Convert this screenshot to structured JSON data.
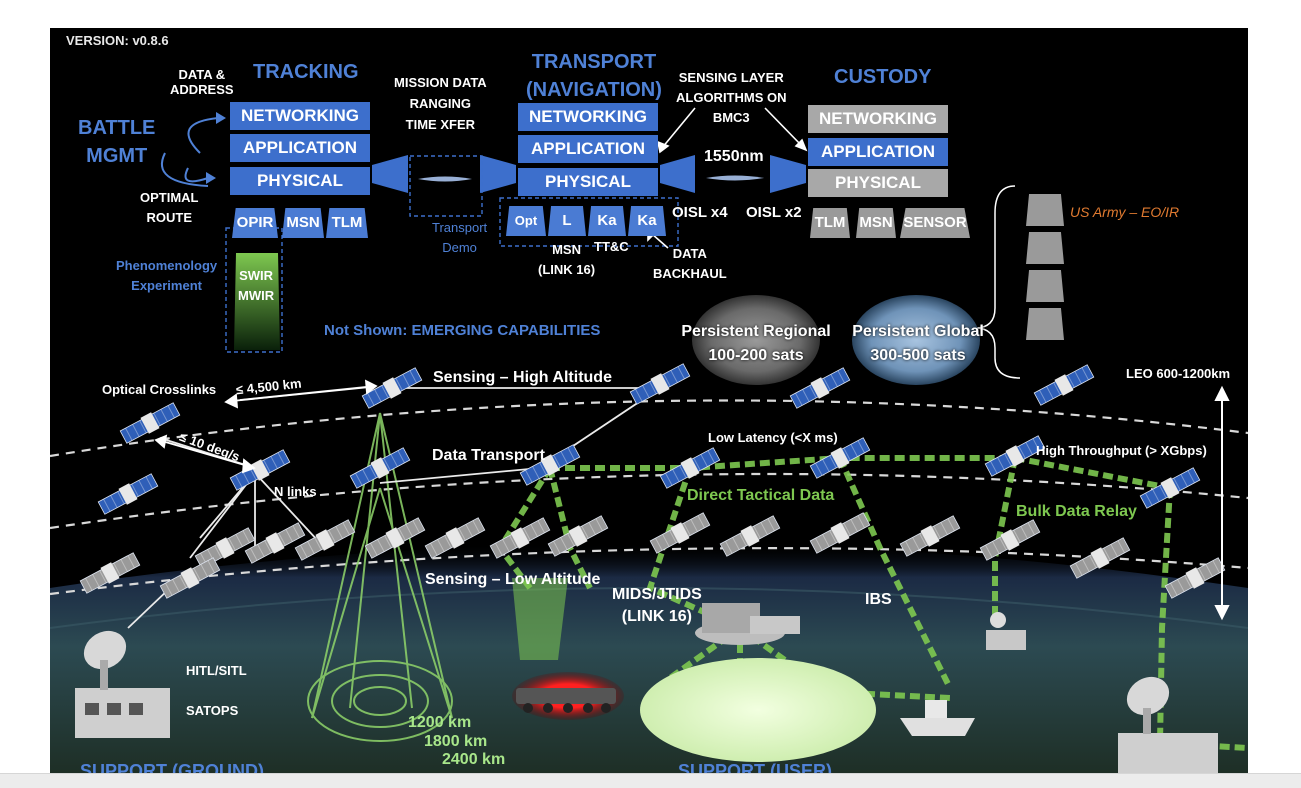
{
  "version": "VERSION:  v0.8.6",
  "battle_mgmt": [
    "BATTLE",
    "MGMT"
  ],
  "data_address": [
    "DATA &",
    "ADDRESS"
  ],
  "optimal_route": [
    "OPTIMAL",
    "ROUTE"
  ],
  "tracking": {
    "title": "TRACKING",
    "layers": [
      "NETWORKING",
      "APPLICATION",
      "PHYSICAL"
    ],
    "payloads": [
      "OPIR",
      "MSN",
      "TLM"
    ],
    "swir": [
      "SWIR",
      "MWIR"
    ],
    "phenomenology": [
      "Phenomenology",
      "Experiment"
    ]
  },
  "mission_data": [
    "MISSION DATA",
    "RANGING",
    "TIME XFER"
  ],
  "transport_demo": [
    "Transport",
    "Demo"
  ],
  "transport": {
    "title": [
      "TRANSPORT",
      "(NAVIGATION)"
    ],
    "layers": [
      "NETWORKING",
      "APPLICATION",
      "PHYSICAL"
    ],
    "payloads": [
      "Opt",
      "L",
      "Ka",
      "Ka"
    ],
    "msn_link16": [
      "MSN",
      "(LINK 16)"
    ],
    "ttc": "TT&C",
    "data_backhaul": [
      "DATA",
      "BACKHAUL"
    ]
  },
  "sensing_algorithms": [
    "SENSING LAYER",
    "ALGORITHMS  ON",
    "BMC3"
  ],
  "wavelength": "1550nm",
  "oisl_x4": "OISL x4",
  "oisl_x2": "OISL x2",
  "custody": {
    "title": "CUSTODY",
    "layers": [
      "NETWORKING",
      "APPLICATION",
      "PHYSICAL"
    ],
    "payloads": [
      "TLM",
      "MSN",
      "SENSOR"
    ]
  },
  "army": "US Army – EO/IR",
  "not_shown": "Not Shown: EMERGING CAPABILITIES",
  "regional": [
    "Persistent Regional",
    "100-200 sats"
  ],
  "global": [
    "Persistent Global",
    "300-500 sats"
  ],
  "orbit_labels": {
    "optical_crosslinks": "Optical Crosslinks",
    "range": "≤ 4,500 km",
    "rate": "≤ 10 deg/s",
    "n_links": "N links",
    "sensing_high": "Sensing – High Altitude",
    "data_transport": "Data Transport",
    "low_latency": "Low Latency (<X ms)",
    "direct_tactical": "Direct Tactical Data",
    "high_throughput": "High Throughput (> XGbps)",
    "bulk_relay": "Bulk Data Relay",
    "leo": "LEO 600-1200km",
    "sensing_low": "Sensing  –  Low Altitude",
    "mids": [
      "MIDS/JTIDS",
      "(LINK 16)"
    ],
    "ibs": "IBS"
  },
  "ground": {
    "hitl": "HITL/SITL",
    "satops": "SATOPS",
    "ranges": [
      "1200 km",
      "1800 km",
      "2400 km"
    ],
    "support_ground": "SUPPORT (GROUND)",
    "support_user": "SUPPORT (USER)"
  }
}
